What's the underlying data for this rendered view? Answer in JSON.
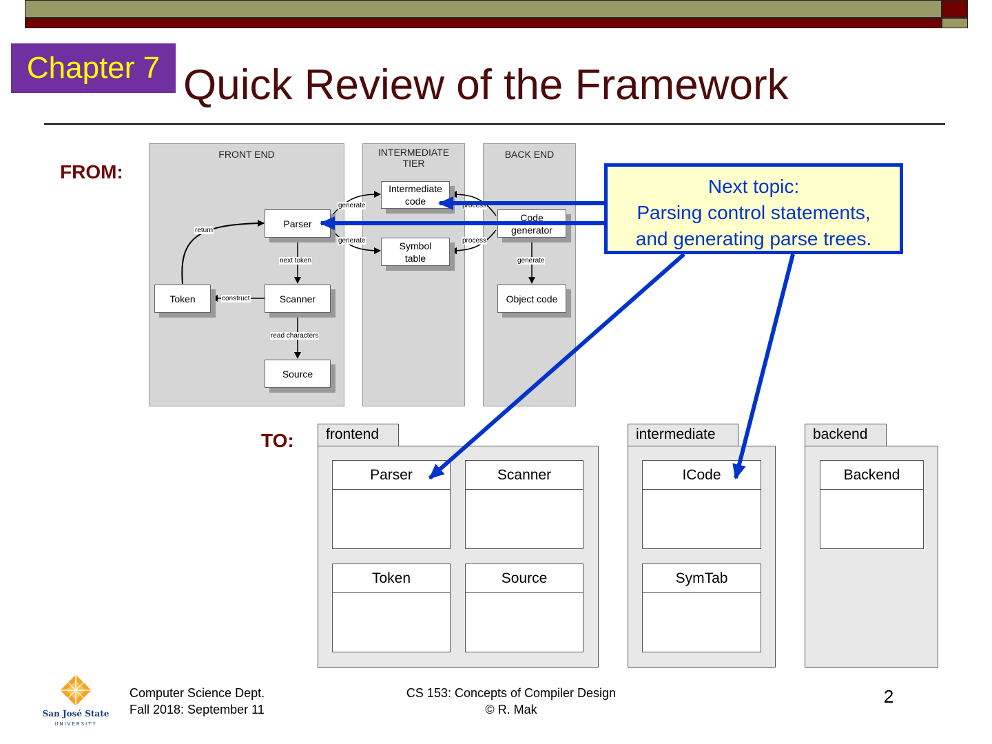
{
  "header": {
    "chapter_label": "Chapter 7",
    "title": "Quick Review of the Framework"
  },
  "from_label": "FROM:",
  "to_label": "TO:",
  "old_diagram": {
    "tiers": {
      "front": "FRONT END",
      "intermediate": "INTERMEDIATE TIER",
      "back": "BACK END"
    },
    "nodes": {
      "parser": "Parser",
      "scanner": "Scanner",
      "token": "Token",
      "source": "Source",
      "intermediate_code": "Intermediate code",
      "symbol_table": "Symbol table",
      "code_generator": "Code generator",
      "object_code": "Object code"
    },
    "edges": {
      "return": "return",
      "next_token": "next token",
      "construct": "construct",
      "read_characters": "read characters",
      "generate": "generate",
      "process": "process"
    }
  },
  "callout": {
    "line1": "Next topic:",
    "line2": "Parsing control statements,",
    "line3": "and generating parse trees."
  },
  "new_diagram": {
    "packages": [
      {
        "name": "frontend",
        "classes": [
          "Parser",
          "Scanner",
          "Token",
          "Source"
        ]
      },
      {
        "name": "intermediate",
        "classes": [
          "ICode",
          "SymTab"
        ]
      },
      {
        "name": "backend",
        "classes": [
          "Backend"
        ]
      }
    ]
  },
  "footer": {
    "dept": "Computer Science Dept.",
    "date": "Fall 2018: September 11",
    "course": "CS 153: Concepts of Compiler Design",
    "author": "© R. Mak",
    "page_number": "2",
    "logo_line1": "San José State",
    "logo_line2": "UNIVERSITY"
  },
  "colors": {
    "accent_olive": "#999966",
    "accent_maroon": "#6e0000",
    "badge": "#7030a0",
    "badge_text": "#ffff00",
    "title": "#4d0a0a",
    "callout_border": "#0033cc",
    "callout_fill": "#ffffcc",
    "logo": "#f0a020"
  }
}
